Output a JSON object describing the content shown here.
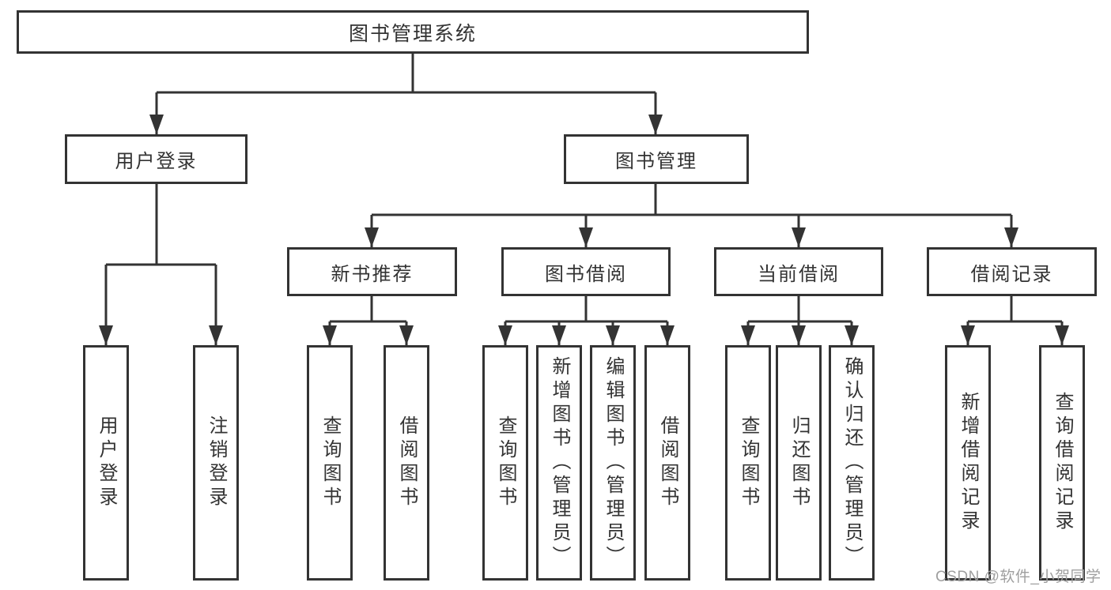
{
  "diagram": {
    "root": {
      "label": "图书管理系统"
    },
    "level2": [
      {
        "id": "user-login",
        "label": "用户登录"
      },
      {
        "id": "book-management",
        "label": "图书管理"
      }
    ],
    "level3": [
      {
        "id": "new-book-recommend",
        "label": "新书推荐"
      },
      {
        "id": "book-borrow",
        "label": "图书借阅"
      },
      {
        "id": "current-borrow",
        "label": "当前借阅"
      },
      {
        "id": "borrow-records",
        "label": "借阅记录"
      }
    ],
    "leaves": [
      {
        "label": "用户登录"
      },
      {
        "label": "注销登录"
      },
      {
        "label": "查询图书"
      },
      {
        "label": "借阅图书"
      },
      {
        "label": "查询图书"
      },
      {
        "label": "新增图书（管理员）"
      },
      {
        "label": "编辑图书（管理员）"
      },
      {
        "label": "借阅图书"
      },
      {
        "label": "查询图书"
      },
      {
        "label": "归还图书"
      },
      {
        "label": "确认归还（管理员）"
      },
      {
        "label": "新增借阅记录"
      },
      {
        "label": "查询借阅记录"
      }
    ]
  },
  "watermark": {
    "text": "CSDN @软件_小贺同学"
  },
  "colors": {
    "line": "#333333",
    "text": "#333333",
    "background": "#ffffff",
    "watermark": "#9f9f9f"
  }
}
